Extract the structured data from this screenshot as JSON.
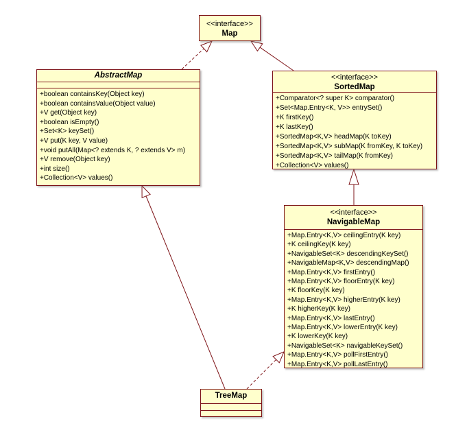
{
  "diagram_type": "uml-class-diagram",
  "colors": {
    "box_fill": "#FFFFCC",
    "box_border": "#7E1418",
    "connector": "#7E1418",
    "text": "#000000",
    "background": "#FFFFFF"
  },
  "classes": {
    "map": {
      "stereotype": "<<interface>>",
      "name": "Map"
    },
    "abstractmap": {
      "name": "AbstractMap",
      "abstract": true,
      "methods": [
        "+boolean containsKey(Object key)",
        "+boolean containsValue(Object value)",
        "+V get(Object key)",
        "+boolean isEmpty()",
        "+Set<K> keySet()",
        "+V put(K key, V value)",
        "+void putAll(Map<? extends K, ? extends V> m)",
        "+V remove(Object key)",
        "+int size()",
        "+Collection<V> values()"
      ]
    },
    "sortedmap": {
      "stereotype": "<<interface>>",
      "name": "SortedMap",
      "methods": [
        "+Comparator<? super K> comparator()",
        "+Set<Map.Entry<K, V>> entrySet()",
        "+K firstKey()",
        "+K lastKey()",
        "+SortedMap<K,V> headMap(K toKey)",
        "+SortedMap<K,V> subMap(K fromKey, K toKey)",
        "+SortedMap<K,V> tailMap(K fromKey)",
        "+Collection<V> values()"
      ]
    },
    "navigablemap": {
      "stereotype": "<<interface>>",
      "name": "NavigableMap",
      "methods": [
        "+Map.Entry<K,V> ceilingEntry(K key)",
        "+K ceilingKey(K key)",
        "+NavigableSet<K> descendingKeySet()",
        "+NavigableMap<K,V> descendingMap()",
        "+Map.Entry<K,V> firstEntry()",
        "+Map.Entry<K,V> floorEntry(K key)",
        "+K floorKey(K key)",
        "+Map.Entry<K,V> higherEntry(K key)",
        "+K higherKey(K key)",
        "+Map.Entry<K,V> lastEntry()",
        "+Map.Entry<K,V> lowerEntry(K key)",
        "+K lowerKey(K key)",
        "+NavigableSet<K> navigableKeySet()",
        "+Map.Entry<K,V> pollFirstEntry()",
        "+Map.Entry<K,V> pollLastEntry()"
      ]
    },
    "treemap": {
      "name": "TreeMap"
    }
  },
  "relationships": [
    {
      "from": "AbstractMap",
      "to": "Map",
      "type": "realization",
      "line": "dashed",
      "arrowhead": "hollow-triangle"
    },
    {
      "from": "SortedMap",
      "to": "Map",
      "type": "generalization",
      "line": "solid",
      "arrowhead": "hollow-triangle"
    },
    {
      "from": "NavigableMap",
      "to": "SortedMap",
      "type": "generalization",
      "line": "solid",
      "arrowhead": "hollow-triangle"
    },
    {
      "from": "TreeMap",
      "to": "AbstractMap",
      "type": "generalization",
      "line": "solid",
      "arrowhead": "hollow-triangle"
    },
    {
      "from": "TreeMap",
      "to": "NavigableMap",
      "type": "realization",
      "line": "dashed",
      "arrowhead": "hollow-triangle"
    }
  ]
}
